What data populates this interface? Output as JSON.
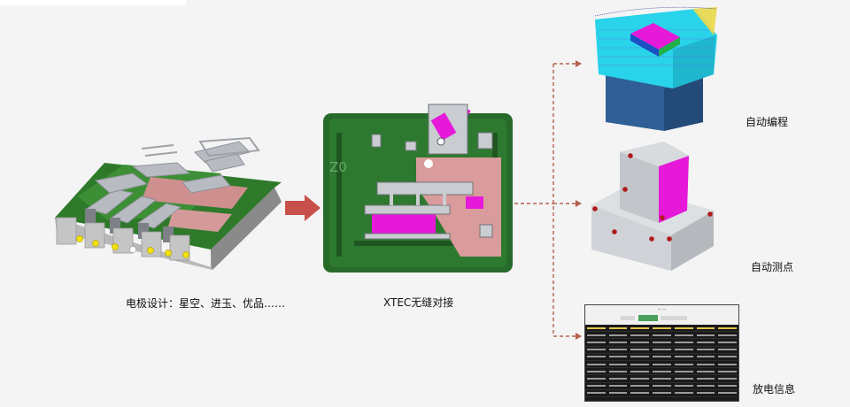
{
  "captions": {
    "electrode_design": "电极设计：星空、进玉、优品……",
    "xtec": "XTEC无缝对接",
    "auto_programming": "自动编程",
    "auto_probing": "自动测点",
    "discharge_info": "放电信息"
  },
  "colors": {
    "arrow_main": "#c8504a",
    "dashed_arrow": "#b5614f",
    "electrode_green": "#2f7a2a",
    "magenta": "#e619d9",
    "cyan": "#29d3ea",
    "base_blue": "#2f5f96"
  },
  "icons": [
    "electrode-model-image",
    "xtec-cad-image",
    "auto-programming-image",
    "auto-probing-image",
    "discharge-sheet-image"
  ]
}
